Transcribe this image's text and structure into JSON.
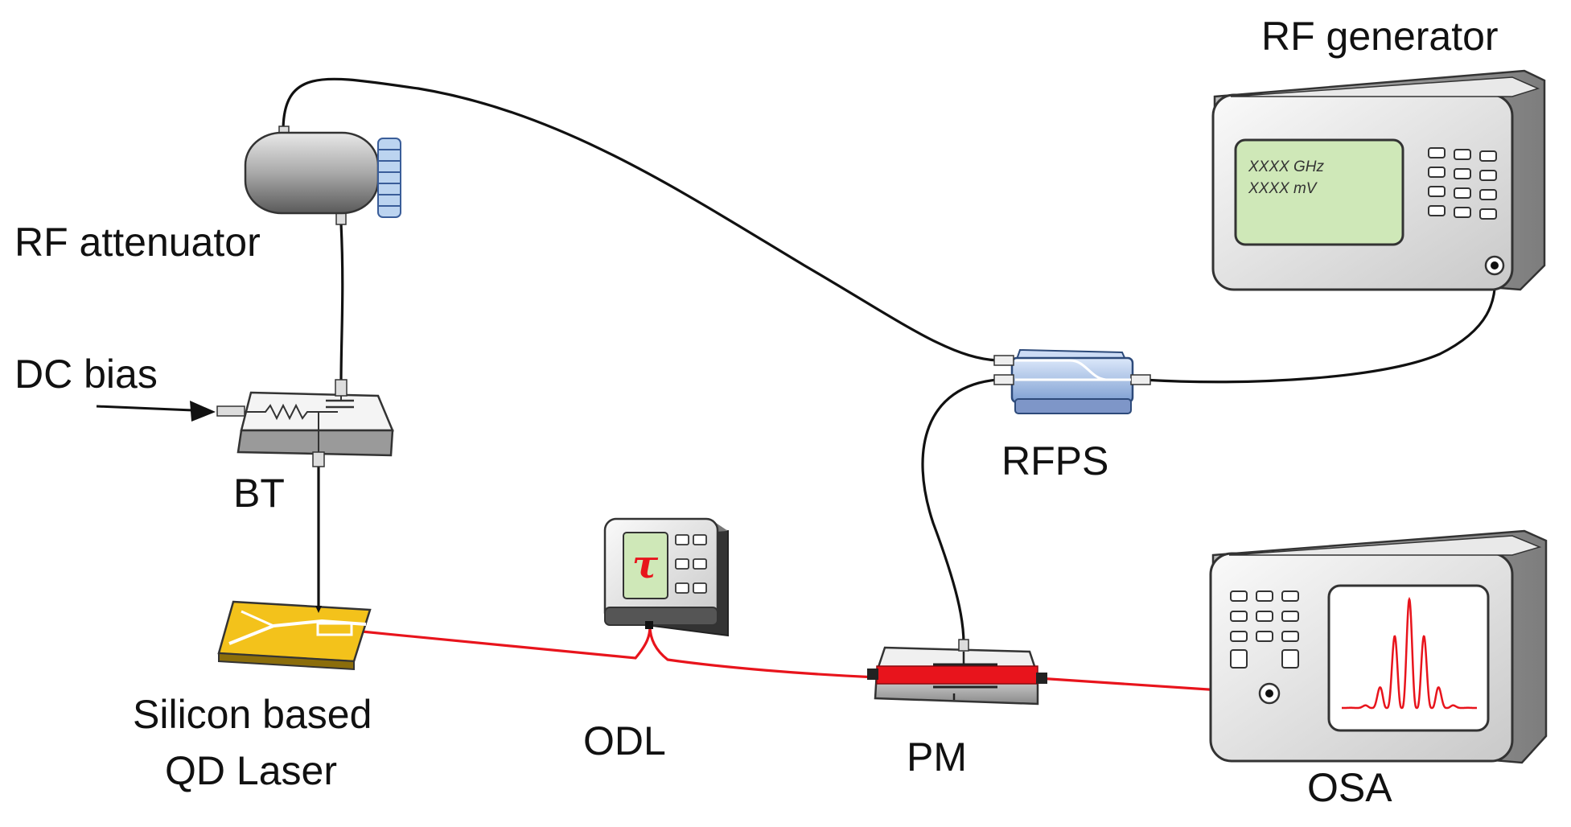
{
  "labels": {
    "rf_generator": "RF generator",
    "rf_attenuator": "RF attenuator",
    "dc_bias": "DC bias",
    "bt": "BT",
    "rfps": "RFPS",
    "laser_line1": "Silicon based",
    "laser_line2": "QD Laser",
    "odl": "ODL",
    "pm": "PM",
    "osa": "OSA"
  },
  "rf_generator_display": {
    "line1": "XXXX  GHz",
    "line2": "XXXX  mV"
  },
  "odl_symbol": "τ",
  "colors": {
    "optical_fiber": "#e8141c",
    "rf_cable": "#111111",
    "laser_chip": "#f3c21b",
    "instrument_screen": "#cfe8b8",
    "rfps_body": "#a9c4ea",
    "osa_trace": "#e8141c"
  }
}
